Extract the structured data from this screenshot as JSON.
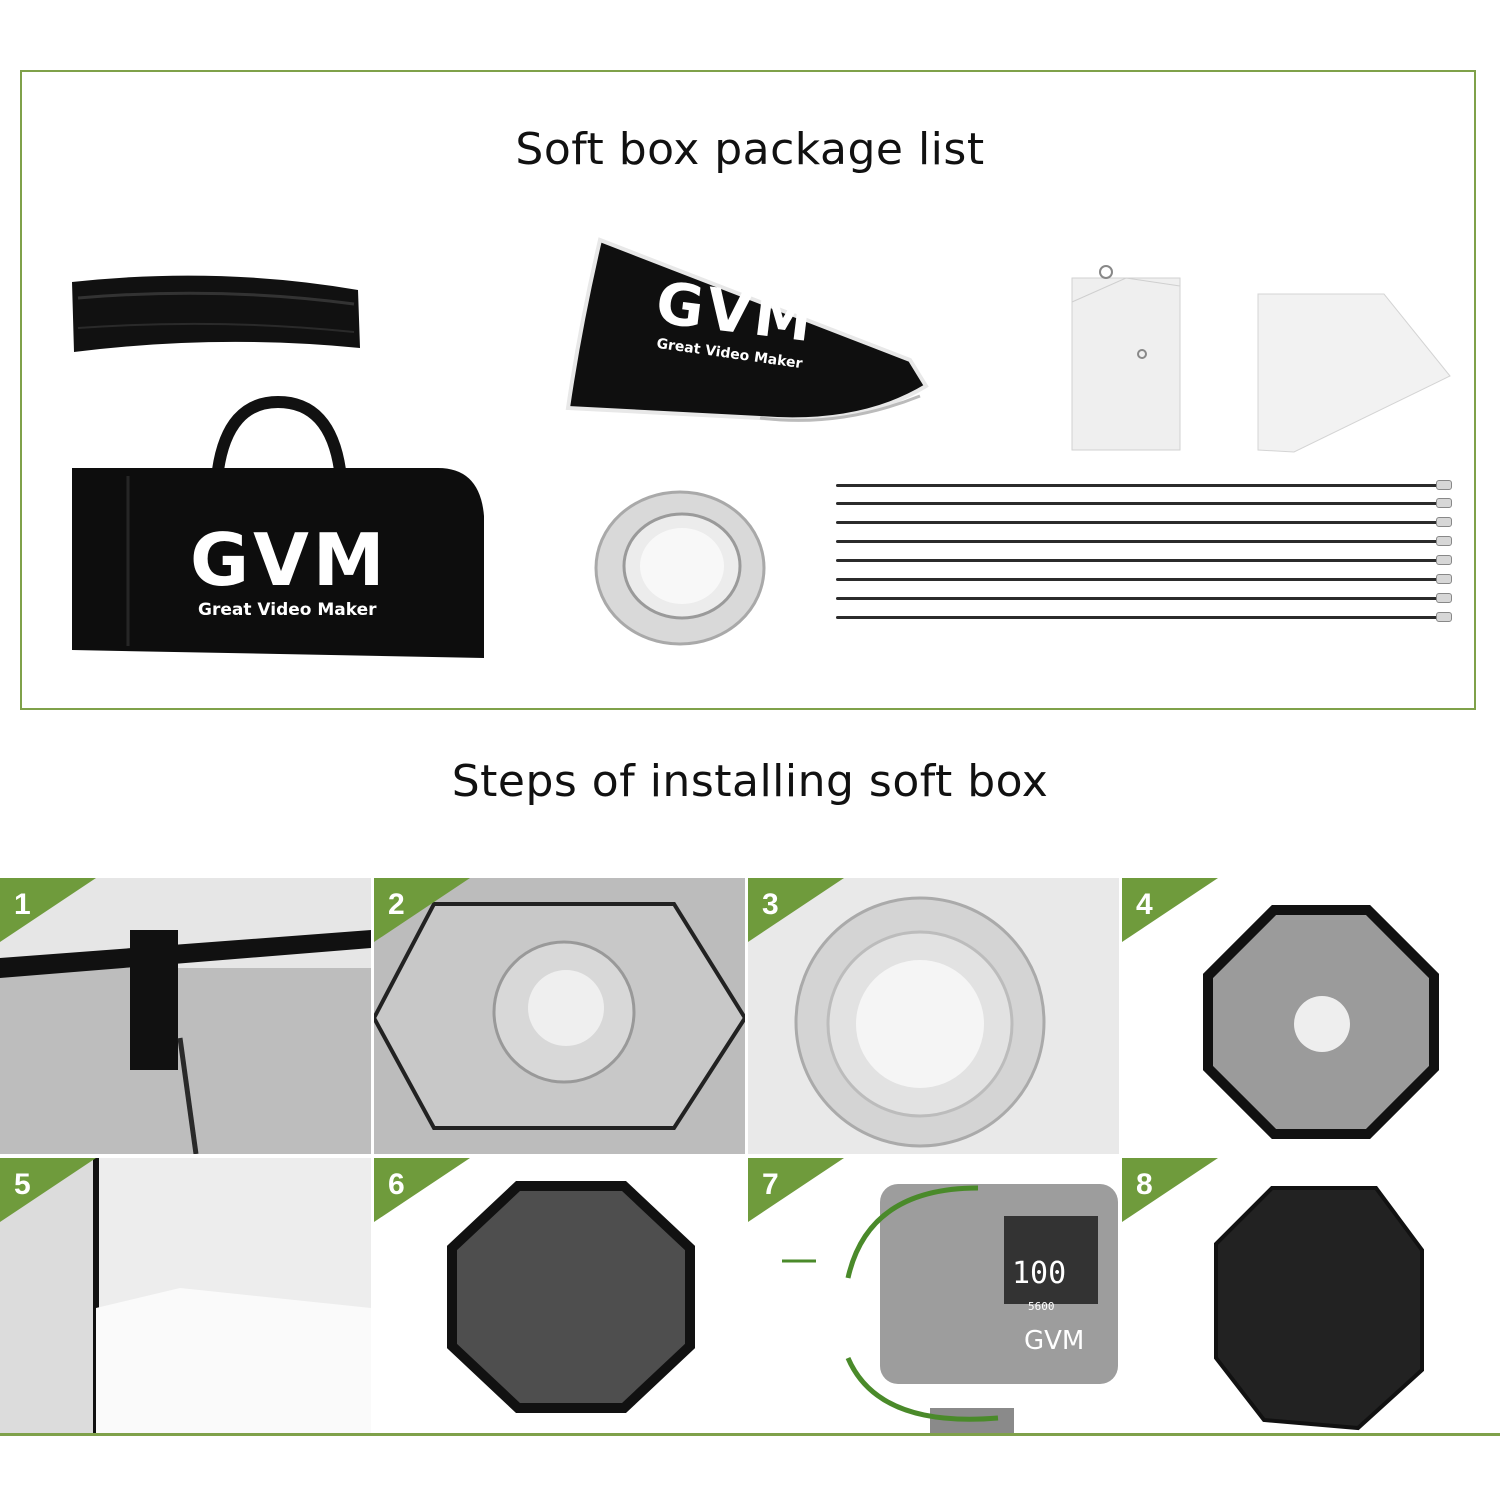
{
  "package": {
    "title": "Soft box package list",
    "bag_brand": "GVM",
    "bag_tagline": "Great Video Maker",
    "softbox_brand": "GVM",
    "softbox_tagline": "Great Video Maker"
  },
  "steps": {
    "title": "Steps of installing soft box",
    "items": [
      {
        "number": "1"
      },
      {
        "number": "2"
      },
      {
        "number": "3"
      },
      {
        "number": "4"
      },
      {
        "number": "5"
      },
      {
        "number": "6"
      },
      {
        "number": "7"
      },
      {
        "number": "8"
      }
    ],
    "light_display": {
      "main": "100",
      "kelvin": "5600",
      "brand": "GVM"
    }
  },
  "colors": {
    "accent": "#7fa14a",
    "badge": "#6f9b3c"
  }
}
